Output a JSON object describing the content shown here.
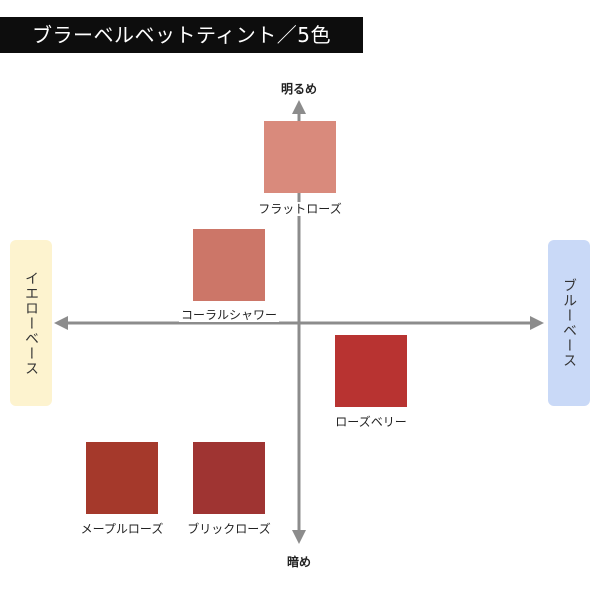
{
  "title": "ブラーベルベットティント／5色",
  "axes": {
    "top": "明るめ",
    "bottom": "暗め",
    "left": "イエローベース",
    "right": "ブルーベース"
  },
  "colors": {
    "title_bg": "#0d0d0d",
    "axis": "#8c8c8c",
    "yellow_base": "#fdf3cf",
    "blue_base": "#c9d9f7"
  },
  "swatches": [
    {
      "label": "フラットローズ",
      "color": "#d98a7c"
    },
    {
      "label": "コーラルシャワー",
      "color": "#cc7668"
    },
    {
      "label": "ローズベリー",
      "color": "#b83331"
    },
    {
      "label": "メープルローズ",
      "color": "#a5392b"
    },
    {
      "label": "ブリックローズ",
      "color": "#9f3432"
    }
  ]
}
